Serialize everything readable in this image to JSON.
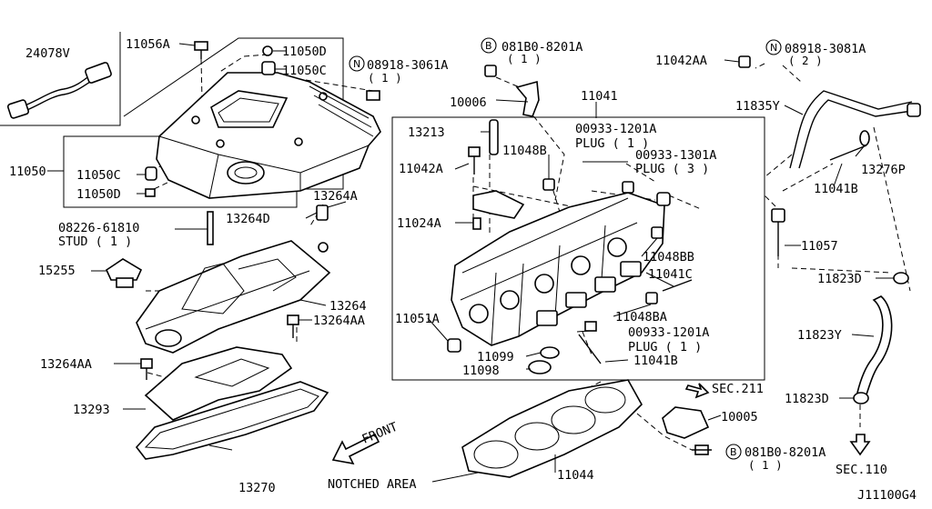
{
  "labels": {
    "p24078v": "24078V",
    "p11056a": "11056A",
    "p11050d_top": "11050D",
    "p11050c_top": "11050C",
    "n08918_3061a": "08918-3061A",
    "n08918_3061a_qty": "( 1 )",
    "p11050": "11050",
    "p11050c": "11050C",
    "p11050d": "11050D",
    "p13264a": "13264A",
    "p13264d": "13264D",
    "p08226": "08226-61810",
    "stud": "STUD ( 1 )",
    "p15255": "15255",
    "p13264": "13264",
    "p13264aa_r": "13264AA",
    "p13264aa_l": "13264AA",
    "p13293": "13293",
    "p13270": "13270",
    "front": "FRONT",
    "notched": "NOTCHED AREA",
    "b081b0_top": "081B0-8201A",
    "b081b0_top_qty": "( 1 )",
    "p10006": "10006",
    "p11041": "11041",
    "p13213": "13213",
    "p00933_1201a": "00933-1201A",
    "plug1_top": "PLUG ( 1 )",
    "p11048b": "11048B",
    "p00933_1301a": "00933-1301A",
    "plug3": "PLUG ( 3 )",
    "p11042a": "11042A",
    "p11024a": "11024A",
    "p11048bb": "11048BB",
    "p11041c": "11041C",
    "p11051a": "11051A",
    "p11048ba": "11048BA",
    "p00933_1201a_b": "00933-1201A",
    "plug1_bot": "PLUG ( 1 )",
    "p11099": "11099",
    "p11098": "11098",
    "p11041b_bot": "11041B",
    "sec211": "SEC.211",
    "p10005": "10005",
    "p11044": "11044",
    "b081b0_bot": "081B0-8201A",
    "b081b0_bot_qty": "( 1 )",
    "p11042aa": "11042AA",
    "n08918_3081a": "08918-3081A",
    "n08918_3081a_qty": "( 2 )",
    "p11835y": "11835Y",
    "p13276p": "13276P",
    "p11041b_top": "11041B",
    "p11057": "11057",
    "p11823d_top": "11823D",
    "p11823y": "11823Y",
    "p11823d_bot": "11823D",
    "sec110": "SEC.110",
    "ref": "J11100G4",
    "badge_n": "N",
    "badge_b": "B"
  }
}
